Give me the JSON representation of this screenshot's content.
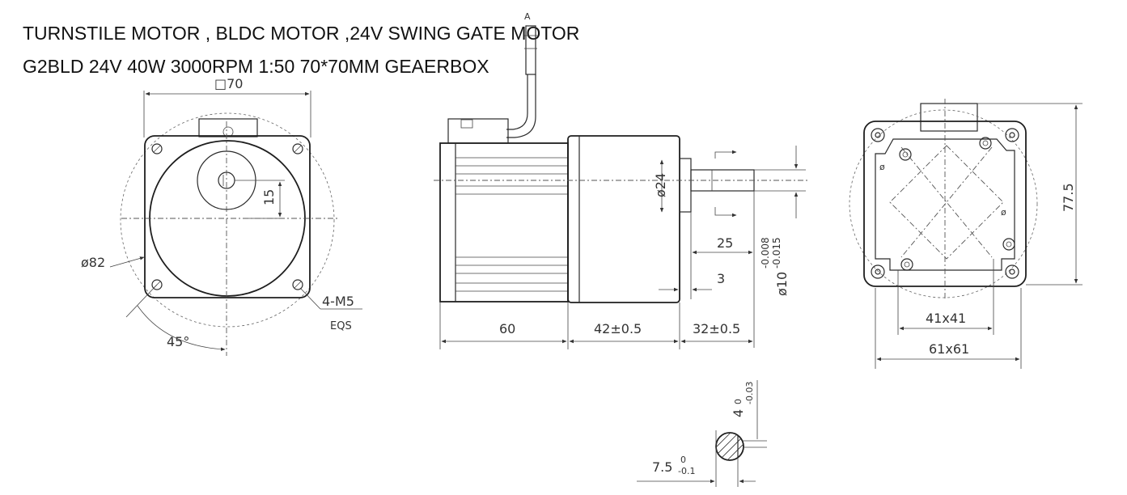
{
  "title": {
    "line1": "TURNSTILE MOTOR , BLDC MOTOR ,24V SWING GATE MOTOR",
    "line2": "G2BLD 24V 40W 3000RPM  1:50 70*70MM GEAERBOX"
  },
  "front_view": {
    "square_label": "□70",
    "diameter_label": "ø82",
    "offset_label": "15",
    "angle_label": "45°",
    "holes_label": "4-M5",
    "holes_sub_label": "EQS"
  },
  "side_view": {
    "connector_label": "A",
    "boss_diameter_label": "ø24",
    "shaft_length_label": "25",
    "shaft_step_label": "3",
    "shaft_diameter_label": "ø10",
    "shaft_tol_upper": "-0.008",
    "shaft_tol_lower": "-0.015",
    "motor_length_label": "60",
    "gearbox_length_label": "42±0.5",
    "shaft_total_label": "32±0.5"
  },
  "rear_view": {
    "height_label": "77.5",
    "inner_square_label": "41x41",
    "outer_square_label": "61x61"
  },
  "shaft_section": {
    "key_width_label": "4",
    "key_tol_upper": "0",
    "key_tol_lower": "-0.03",
    "flat_label": "7.5",
    "flat_tol_upper": "0",
    "flat_tol_lower": "-0.1"
  }
}
